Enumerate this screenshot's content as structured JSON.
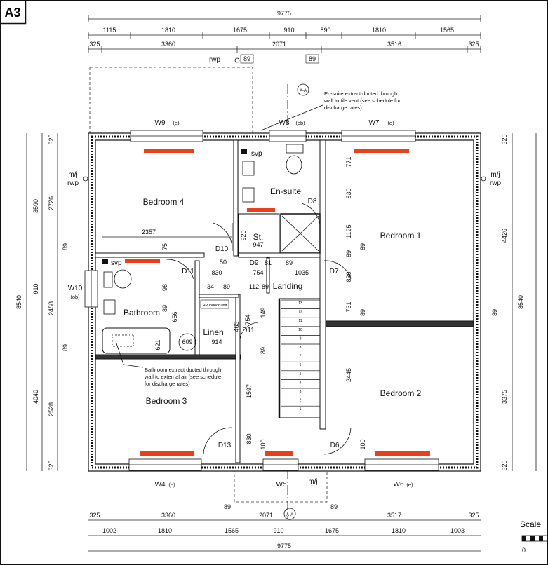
{
  "sheet_tag": "A3",
  "scale": {
    "label": "Scale",
    "zero": "0"
  },
  "top_dims": {
    "overall": "9775",
    "row2": [
      "1115",
      "1810",
      "1675",
      "910",
      "890",
      "1810",
      "1565"
    ],
    "row3": [
      "325",
      "3360",
      "2071",
      "3516",
      "325"
    ],
    "rwp_label": "rwp",
    "offsets": [
      "89",
      "89"
    ]
  },
  "bottom_dims": {
    "overall": "9775",
    "row1": [
      "325",
      "3360",
      "89",
      "2071",
      "89",
      "3517",
      "325"
    ],
    "row2": [
      "1002",
      "1810",
      "1565",
      "910",
      "1675",
      "1810",
      "1003"
    ]
  },
  "left_dims": {
    "outer": "8540",
    "col2": [
      "3590",
      "910",
      "4040"
    ],
    "col3": [
      "325",
      "2726",
      "89",
      "2458",
      "89",
      "2528",
      "325"
    ]
  },
  "right_dims": {
    "outer": "8540",
    "col2": [
      "4426",
      "89",
      "3375"
    ],
    "col3": [
      "325",
      "325"
    ]
  },
  "mj_rwp_left": [
    "m/j",
    "rwp"
  ],
  "mj_rwp_right": [
    "m/j",
    "rwp"
  ],
  "mj_bottom": "m/j",
  "section_marker": "A-A",
  "windows": {
    "w9": "W9",
    "w9s": "(e)",
    "w8": "W8",
    "w8s": "(ob)",
    "w7": "W7",
    "w7s": "(e)",
    "w10": "W10",
    "w10s": "(ob)",
    "w4": "W4",
    "w4s": "(e)",
    "w5": "W5",
    "w6": "W6",
    "w6s": "(e)"
  },
  "rooms": {
    "bedroom4": "Bedroom 4",
    "ensuite": "En-suite",
    "bedroom1": "Bedroom 1",
    "bathroom": "Bathroom",
    "linen": "Linen",
    "landing": "Landing",
    "bedroom3": "Bedroom 3",
    "bedroom2": "Bedroom 2",
    "store": "St.",
    "hp_unit": "HP indoor unit"
  },
  "doors": [
    "D8",
    "D10",
    "D9",
    "D11",
    "D7",
    "D11",
    "D13",
    "D6"
  ],
  "inner_dims": [
    "2357",
    "75",
    "771",
    "830",
    "1125",
    "920",
    "947",
    "50",
    "81",
    "89",
    "1035",
    "830",
    "754",
    "89",
    "34",
    "112",
    "89",
    "830",
    "98",
    "89",
    "656",
    "89",
    "621",
    "609",
    "914",
    "463",
    "754",
    "149",
    "89",
    "731",
    "89",
    "2445",
    "1597",
    "830",
    "100",
    "100",
    "89"
  ],
  "svp": [
    "svp",
    "svp"
  ],
  "notes": {
    "ensuite_extract": [
      "En-suite extract ducted through",
      "wall to tile vent (see schedule for",
      "discharge rates)"
    ],
    "bath_extract": [
      "Bathroom extract ducted through",
      "wall to external air (see schedule",
      "for discharge rates)"
    ]
  },
  "stair_numbers": [
    "13",
    "12",
    "11",
    "10",
    "9",
    "8",
    "7",
    "6",
    "5",
    "4",
    "3",
    "2",
    "1"
  ]
}
